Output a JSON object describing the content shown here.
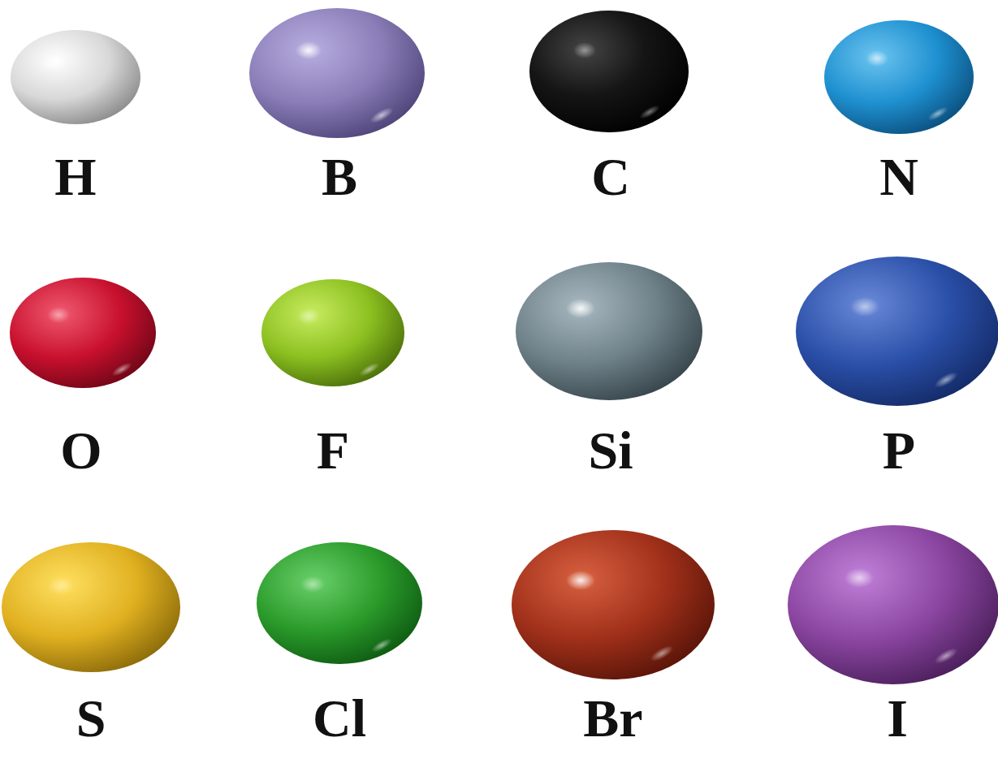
{
  "diagram": {
    "labels": [
      "H",
      "B",
      "C",
      "N",
      "O",
      "F",
      "Si",
      "P",
      "S",
      "Cl",
      "Br",
      "I"
    ]
  }
}
